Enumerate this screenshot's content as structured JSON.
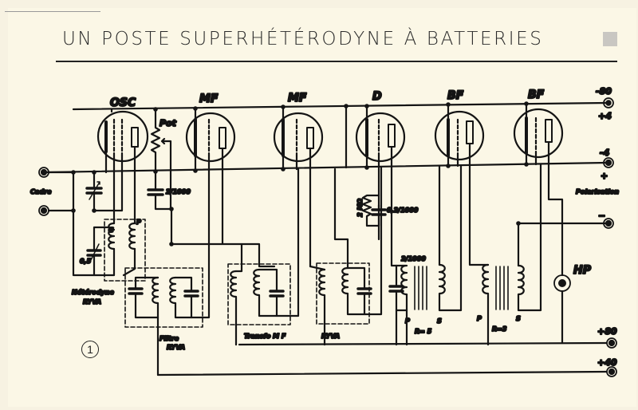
{
  "page": {
    "title": "UN POSTE SUPERHÉTÉRODYNE À BATTERIES",
    "figure_number": "1"
  },
  "tubes": [
    {
      "label": "OSC"
    },
    {
      "label": "MF"
    },
    {
      "label": "MF"
    },
    {
      "label": "D"
    },
    {
      "label": "BF"
    },
    {
      "label": "BF"
    }
  ],
  "labels": {
    "pot": "Pot",
    "cadre": "Cadre",
    "cap_osc": "2/1000",
    "cap_det": "0,2/1000",
    "res_det": "2 MΩ",
    "cap_bf": "2/1000",
    "cap_05": "0,5",
    "heterodyne": "Hétérodyne",
    "heterodyne_brand": "RYVA",
    "filtre": "Filtre",
    "filtre_brand": "RYVA",
    "transfo": "Transfo  M F",
    "transfo_brand": "RYVA",
    "polarisation": "Polarisation",
    "hp": "HP",
    "transformer1_p": "P",
    "transformer1_s": "S",
    "transformer1_ratio": "R= 5",
    "transformer2_p": "P",
    "transformer2_s": "S",
    "transformer2_ratio": "R=3",
    "coil_g": "G",
    "coil_p": "P"
  },
  "terminals": [
    {
      "label": "-80",
      "sublabel": "+4"
    },
    {
      "label": "-4",
      "sublabel": "+"
    },
    {
      "label": "−",
      "sublabel": ""
    },
    {
      "label": "+80",
      "sublabel": ""
    },
    {
      "label": "+40",
      "sublabel": ""
    }
  ]
}
